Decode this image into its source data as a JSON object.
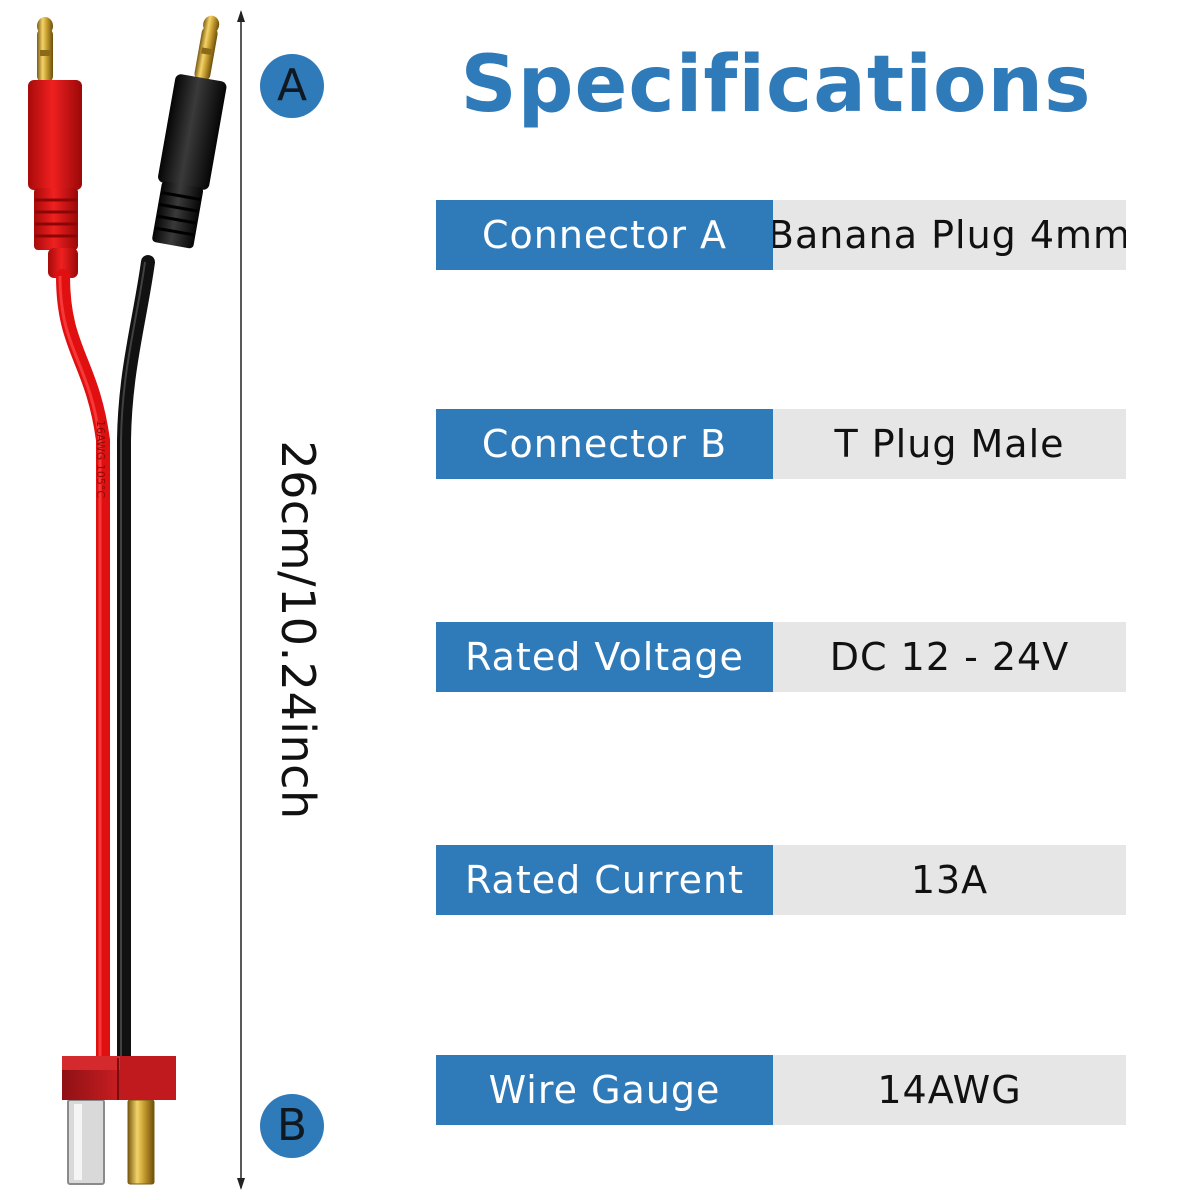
{
  "title": "Specifications",
  "dimension": "26cm/10.24inch",
  "badges": {
    "a": "A",
    "b": "B"
  },
  "wire_print": "16AWG 105°C",
  "specs": [
    {
      "label": "Connector A",
      "value": "Banana Plug 4mm"
    },
    {
      "label": "Connector B",
      "value": "T Plug Male"
    },
    {
      "label": "Rated Voltage",
      "value": "DC 12 - 24V"
    },
    {
      "label": "Rated Current",
      "value": "13A"
    },
    {
      "label": "Wire Gauge",
      "value": "14AWG"
    }
  ],
  "colors": {
    "accent": "#2f7ab9",
    "value_bg": "#e6e6e6",
    "red_wire": "#e01010",
    "black_wire": "#111111",
    "connector": "#b8181c"
  }
}
